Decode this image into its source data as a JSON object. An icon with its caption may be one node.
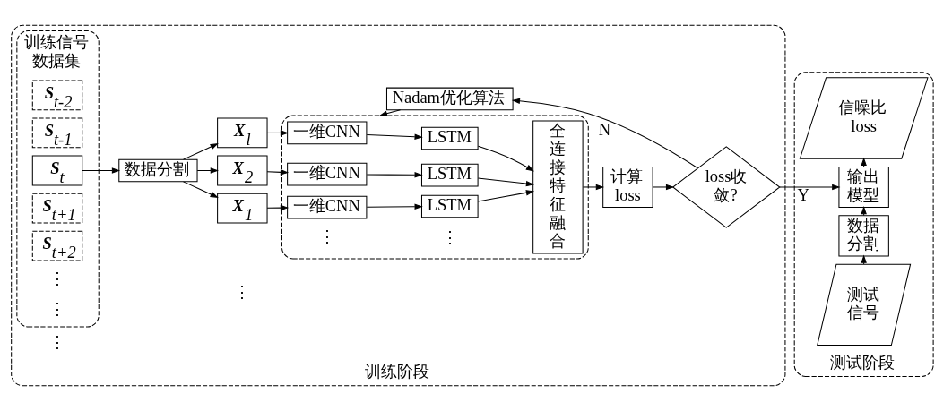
{
  "diagram": {
    "nodes": [
      {
        "text": [
          "训练阶段"
        ]
      },
      {
        "text": [
          "训练信号数据集"
        ],
        "in": 0
      },
      {
        "text": [
          "S$_{t-2}$"
        ],
        "in": 1
      },
      {
        "text": [
          "S$_{t-1}$"
        ],
        "in": 1
      },
      {
        "text": [
          "S$_{t}$"
        ],
        "in": 1
      },
      {
        "text": [
          "S$_{t+1}$"
        ],
        "in": 1
      },
      {
        "text": [
          "S$_{t+2}$"
        ],
        "in": 1
      },
      {
        "text": [
          "数据分割"
        ],
        "in": 0
      },
      {
        "text": [
          "X$_{1}$"
        ],
        "in": 0
      },
      {
        "text": [
          "X$_{2}$"
        ],
        "in": 0
      },
      {
        "text": [
          "X$_{l}$"
        ],
        "in": 0
      },
      {
        "text": [],
        "shape": "box",
        "in": 0
      },
      {
        "text": [
          "一维CNN"
        ],
        "in": 11
      },
      {
        "text": [
          "LSTM"
        ],
        "in": 11
      },
      {
        "text": [
          "一维CNN"
        ],
        "in": 11
      },
      {
        "text": [
          "LSTM"
        ],
        "in": 11
      },
      {
        "text": [
          "一维CNN"
        ],
        "in": 11
      },
      {
        "text": [
          "LSTM"
        ],
        "in": 11
      },
      {
        "text": [
          "全连接特征融合"
        ],
        "in": 11
      },
      {
        "text": [
          "计算loss"
        ],
        "in": 0
      },
      {
        "text": [
          "loss收敛?"
        ],
        "in": 0
      },
      {
        "text": [
          "Nadam优化算法"
        ],
        "in": 0
      },
      {
        "text": [
          "测试阶段"
        ]
      },
      {
        "text": [
          "测试信号"
        ],
        "in": 22
      },
      {
        "text": [
          "数据分割"
        ],
        "in": 22
      },
      {
        "text": [
          "输出模型"
        ],
        "in": 22
      },
      {
        "text": [
          "信噪比loss"
        ],
        "in": 22
      }
    ],
    "edges": [
      {
        "from": 4,
        "to": 7,
        "arrow": "to"
      },
      {
        "from": 7,
        "to": 8,
        "arrow": "to"
      },
      {
        "from": 7,
        "to": 9,
        "arrow": "to"
      },
      {
        "from": 7,
        "to": 10,
        "arrow": "to"
      },
      {
        "from": 8,
        "to": 12,
        "arrow": "to"
      },
      {
        "from": 12,
        "to": 13,
        "arrow": "to"
      },
      {
        "from": 9,
        "to": 14,
        "arrow": "to"
      },
      {
        "from": 14,
        "to": 15,
        "arrow": "to"
      },
      {
        "from": 10,
        "to": 16,
        "arrow": "to"
      },
      {
        "from": 16,
        "to": 17,
        "arrow": "to"
      },
      {
        "from": 13,
        "to": 18,
        "arrow": "to"
      },
      {
        "from": 15,
        "to": 18,
        "arrow": "to"
      },
      {
        "from": 17,
        "to": 18,
        "arrow": "to"
      },
      {
        "from": 18,
        "to": 19,
        "arrow": "to"
      },
      {
        "from": 19,
        "to": 20,
        "arrow": "to"
      },
      {
        "from": 20,
        "to": 25,
        "arrow": "to",
        "label": "Y"
      },
      {
        "from": 20,
        "to": 21,
        "arrow": "to",
        "label": "N"
      },
      {
        "from": 21,
        "to": 11,
        "arrow": "to"
      },
      {
        "from": 23,
        "to": 24,
        "arrow": "to"
      },
      {
        "from": 24,
        "to": 25,
        "arrow": "to"
      },
      {
        "from": 25,
        "to": 26,
        "arrow": "to"
      }
    ],
    "labels": [
      "⋮",
      "⋮",
      "⋮",
      "⋮",
      "⋮",
      "⋮"
    ]
  }
}
